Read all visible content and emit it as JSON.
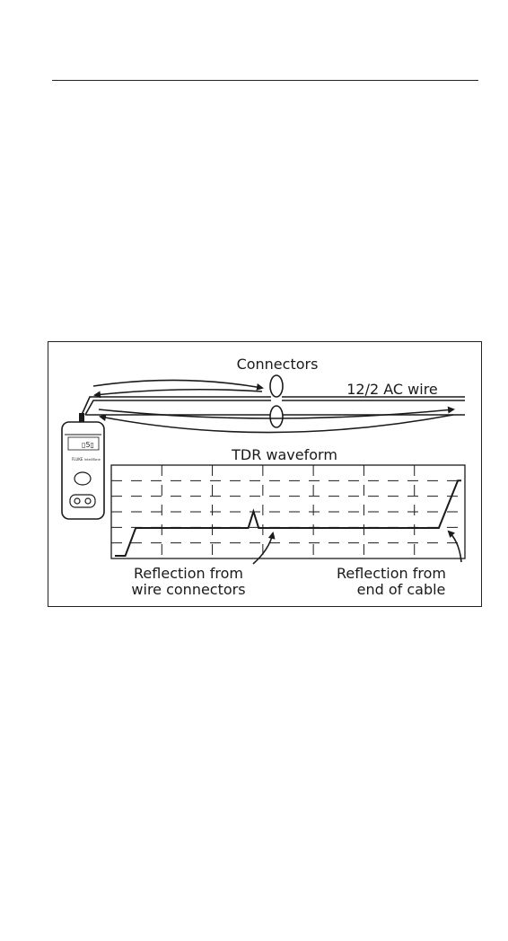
{
  "figure": {
    "connectors_label": "Connectors",
    "wire_label": "12/2 AC wire",
    "waveform_title": "TDR waveform",
    "callout_left": {
      "line1": "Reflection from",
      "line2": "wire connectors"
    },
    "callout_right": {
      "line1": "Reflection from",
      "line2": "end of cable"
    },
    "device": {
      "brand": "FLUKE",
      "model": "IntelliTone"
    }
  },
  "colors": {
    "ink": "#1a1a1a",
    "background": "#ffffff"
  },
  "chart_data": {
    "type": "line",
    "grid": "dashed",
    "series": [
      {
        "points": [
          [
            0,
            0
          ],
          [
            0.06,
            0
          ],
          [
            0.12,
            0.66
          ],
          [
            0.77,
            0.66
          ],
          [
            0.8,
            1.05
          ],
          [
            0.83,
            0.66
          ],
          [
            1.87,
            0.66
          ],
          [
            1.98,
            1.78
          ],
          [
            2.0,
            1.78
          ]
        ]
      }
    ]
  }
}
